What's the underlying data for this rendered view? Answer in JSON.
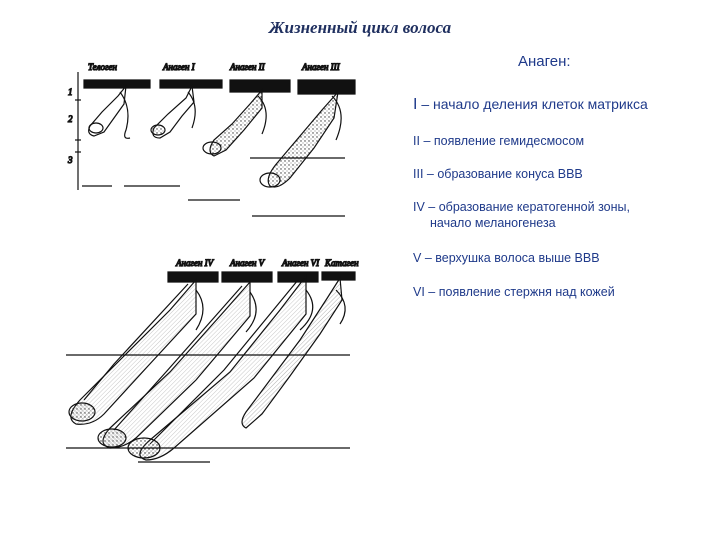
{
  "title": "Жизненный цикл волоса",
  "subtitle": "Анаген:",
  "stages": [
    {
      "numeral": "I",
      "text": "– начало деления клеток матрикса",
      "continuation": ""
    },
    {
      "numeral": "II",
      "text": "– появление гемидесмосом",
      "continuation": ""
    },
    {
      "numeral": "III",
      "text": "– образование конуса ВВВ",
      "continuation": ""
    },
    {
      "numeral": "IV",
      "text": "– образование кератогенной зоны,",
      "continuation": "начало меланогенеза"
    },
    {
      "numeral": "V",
      "text": "– верхушка волоса выше ВВВ",
      "continuation": ""
    },
    {
      "numeral": "VI",
      "text": "– появление стержня над кожей",
      "continuation": ""
    }
  ],
  "figure_top": {
    "labels": [
      "Телоген",
      "Анаген I",
      "Анаген II",
      "Анаген III"
    ],
    "zones": [
      "1",
      "2",
      "3"
    ]
  },
  "figure_bottom": {
    "labels": [
      "Анаген IV",
      "Анаген V",
      "Анаген VI",
      "Катаген"
    ]
  }
}
